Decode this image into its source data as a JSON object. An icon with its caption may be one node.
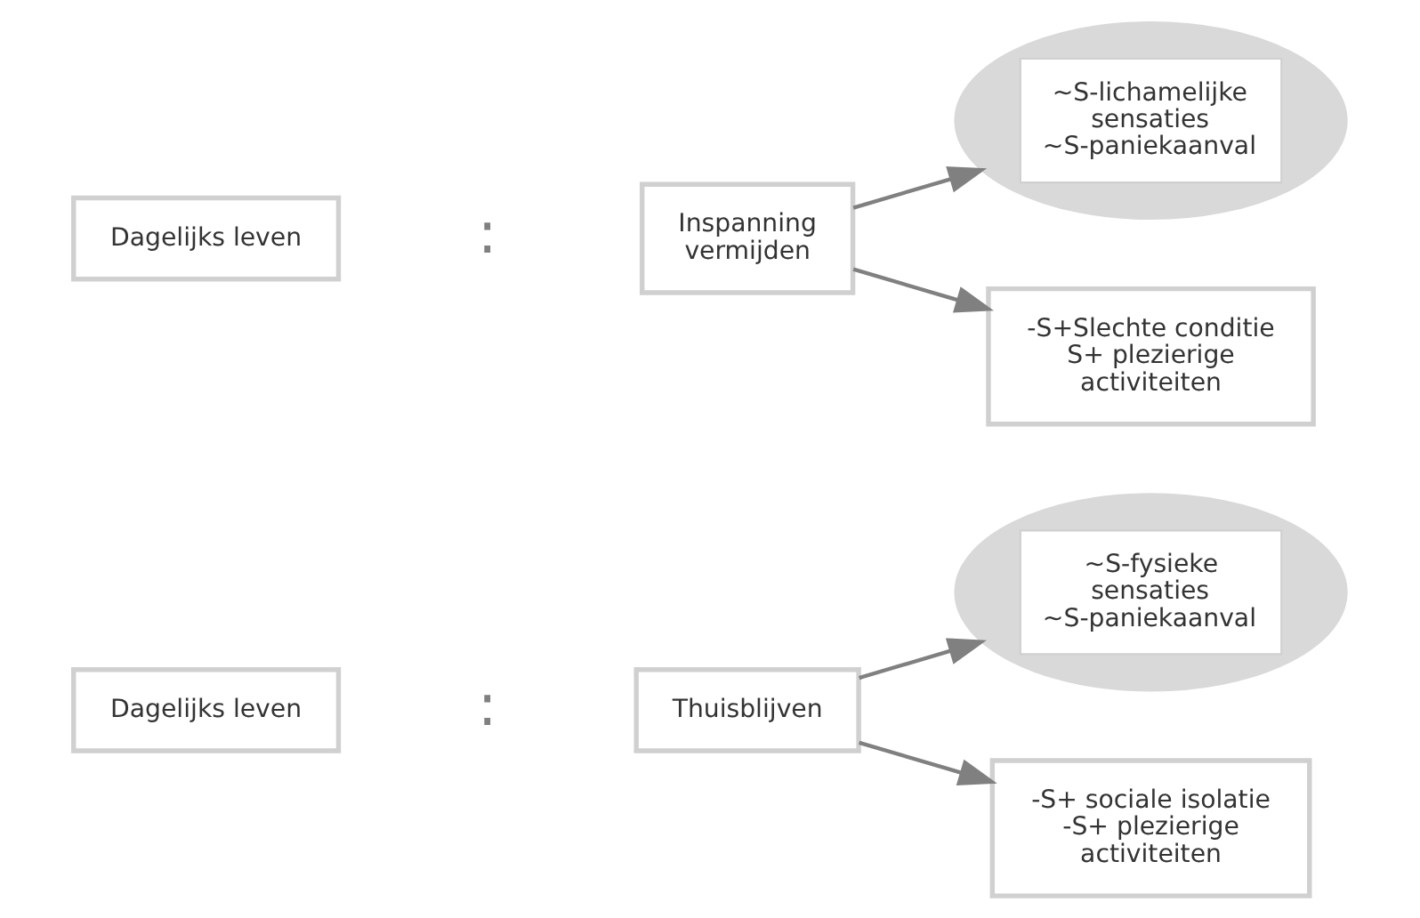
{
  "diagram": {
    "nodes": [
      {
        "text": [
          "Dagelijks leven"
        ]
      },
      {
        "text": [
          "Inspanning vermijden"
        ]
      },
      {
        "text": [
          "~S-lichamelijke sensaties ~S-paniekaanval"
        ]
      },
      {
        "text": [
          "-S+Slechte conditie S+ plezierige activiteiten"
        ]
      },
      {
        "text": [
          "Dagelijks leven"
        ]
      },
      {
        "text": [
          "Thuisblijven"
        ]
      },
      {
        "text": [
          "~S-fysieke sensaties ~S-paniekaanval"
        ]
      },
      {
        "text": [
          "-S+ sociale isolatie -S+ plezierige activiteiten"
        ]
      }
    ],
    "edges": [
      {
        "from": 1,
        "to": 2,
        "arrow": "to"
      },
      {
        "from": 1,
        "to": 3,
        "arrow": "to"
      },
      {
        "from": 5,
        "to": 6,
        "arrow": "to"
      },
      {
        "from": 5,
        "to": 7,
        "arrow": "to"
      }
    ],
    "labels": [
      ":",
      ":"
    ]
  }
}
